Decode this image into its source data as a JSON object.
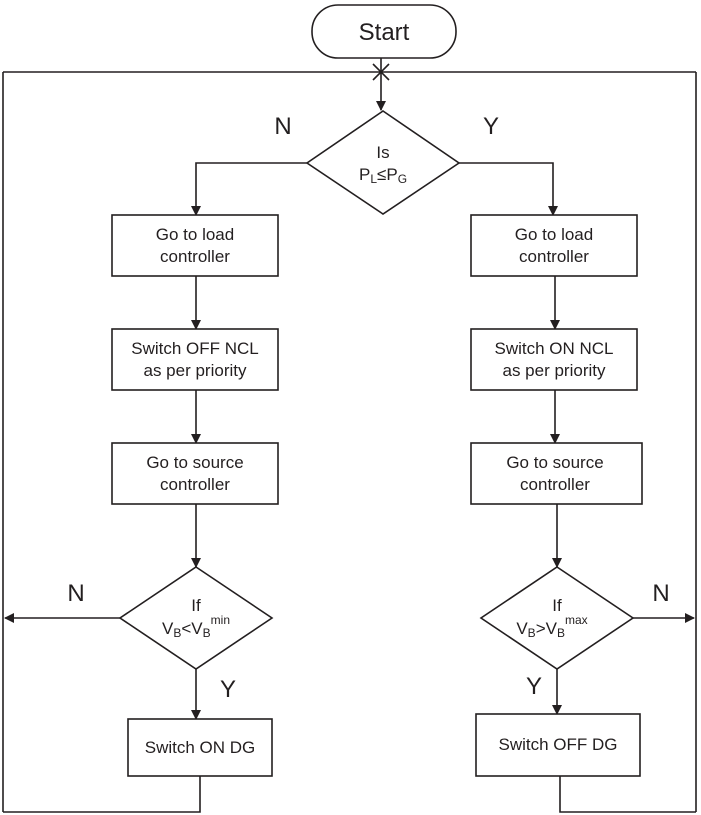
{
  "diagram": {
    "start": {
      "label": "Start"
    },
    "decision_main": {
      "line1": "Is",
      "var1": "P",
      "sub1": "L",
      "op": "≤",
      "var2": "P",
      "sub2": "G"
    },
    "branch_no_label": "N",
    "branch_yes_label": "Y",
    "left": {
      "box1": {
        "line1": "Go to load",
        "line2": "controller"
      },
      "box2": {
        "line1": "Switch OFF NCL",
        "line2": "as per priority"
      },
      "box3": {
        "line1": "Go to source",
        "line2": "controller"
      },
      "decision": {
        "line1": "If",
        "var1": "V",
        "sub1": "B",
        "op": "<",
        "var2": "V",
        "sub2": "B",
        "sup2": "min"
      },
      "no_label": "N",
      "yes_label": "Y",
      "box4": {
        "label": "Switch ON DG"
      }
    },
    "right": {
      "box1": {
        "line1": "Go to load",
        "line2": "controller"
      },
      "box2": {
        "line1": "Switch ON NCL",
        "line2": "as per priority"
      },
      "box3": {
        "line1": "Go to source",
        "line2": "controller"
      },
      "decision": {
        "line1": "If",
        "var1": "V",
        "sub1": "B",
        "op": ">",
        "var2": "V",
        "sub2": "B",
        "sup2": "max"
      },
      "no_label": "N",
      "yes_label": "Y",
      "box4": {
        "label": "Switch OFF DG"
      }
    },
    "colors": {
      "stroke": "#231f20",
      "background": "#ffffff"
    }
  }
}
